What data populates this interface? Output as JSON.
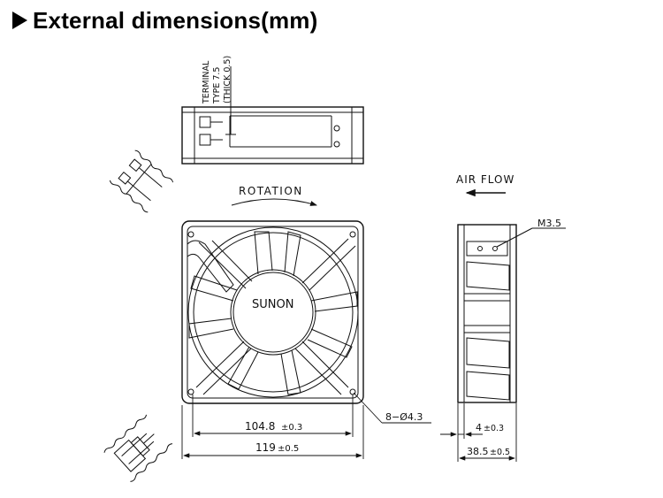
{
  "header": {
    "title": "External dimensions(mm)"
  },
  "labels": {
    "terminal_1": "TERMINAL",
    "terminal_2": "TYPE 7.5",
    "terminal_3": "(THICK 0.5)",
    "rotation": "ROTATION",
    "brand": "SUNON",
    "air_flow": "AIR FLOW",
    "screw": "M3.5",
    "holes": "8−Ø4.3",
    "dim_inner": "104.8",
    "dim_inner_tol": "±0.3",
    "dim_outer": "119",
    "dim_outer_tol": "±0.5",
    "dim_flange": "4",
    "dim_flange_tol": "±0.3",
    "dim_depth": "38.5",
    "dim_depth_tol": "±0.5"
  }
}
